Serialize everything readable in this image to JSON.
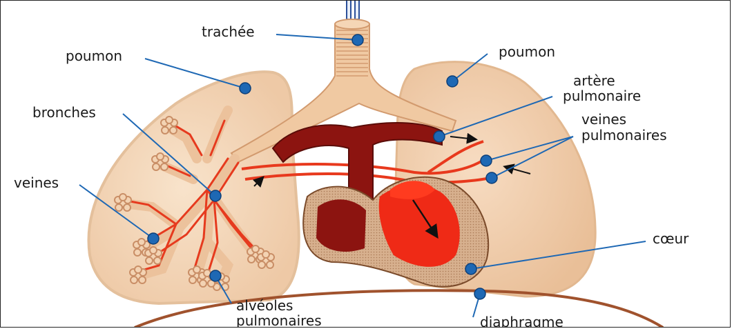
{
  "labels": {
    "trachee": "trachée",
    "poumon_left": "poumon",
    "poumon_right": "poumon",
    "bronches": "bronches",
    "veines": "veines",
    "artere_line1": "artère",
    "artere_line2": "pulmonaire",
    "veines_pulm_line1": "veines",
    "veines_pulm_line2": "pulmonaires",
    "coeur": "cœur",
    "alveoles_line1": "alvéoles",
    "alveoles_line2": "pulmonaires",
    "diaphragme": "diaphragme"
  },
  "colors": {
    "lung_fill": "#f6dcc0",
    "lung_stroke": "#e9c6a4",
    "right_lung_fill": "#f3cfae",
    "trachea": "#f0c9a2",
    "trachea_ring": "#d8a47c",
    "artery_dark": "#8c1410",
    "vein_red": "#ee3a1c",
    "heart_wall": "#c8a07c",
    "dot": "#1e68b4",
    "leader": "#1e68b4",
    "diaphragm": "#a0522d"
  }
}
